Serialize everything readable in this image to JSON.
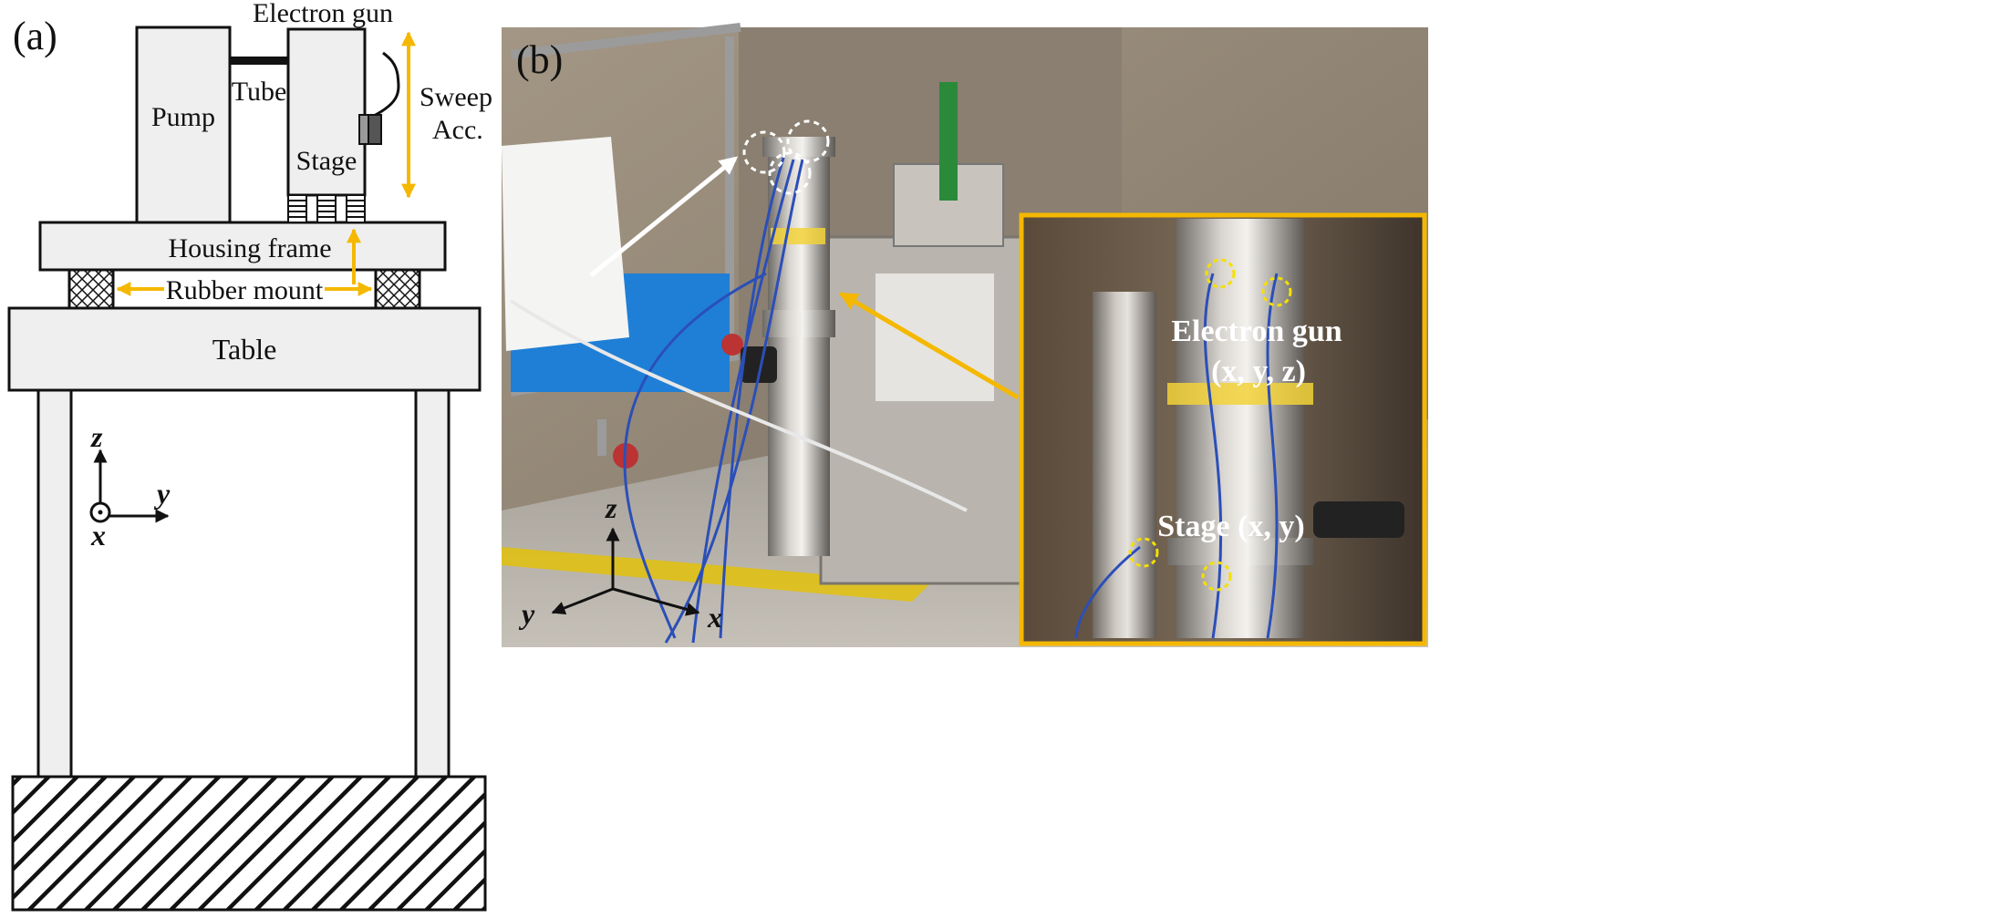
{
  "panel_a": {
    "label": "(a)",
    "pump": "Pump",
    "tube": "Tube",
    "electron_gun": "Electron gun",
    "stage": "Stage",
    "sweep": "Sweep",
    "acc": "Acc.",
    "housing_frame": "Housing frame",
    "rubber_mount": "Rubber mount",
    "table": "Table",
    "axis_z": "z",
    "axis_y": "y",
    "axis_x": "x"
  },
  "panel_b": {
    "label": "(b)",
    "axis_z": "z",
    "axis_y": "y",
    "axis_x": "x",
    "inset_electron_gun": "Electron gun",
    "inset_electron_gun_axes": "(x, y, z)",
    "inset_stage": "Stage (x, y)"
  },
  "colors": {
    "accent": "#f5b800",
    "line": "#111111",
    "fill": "#efefef"
  }
}
